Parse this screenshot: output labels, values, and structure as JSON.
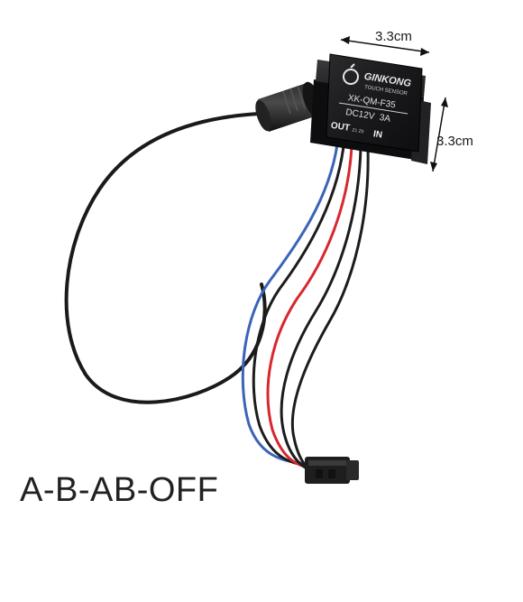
{
  "product": {
    "brand": "GINKONG",
    "subtitle": "TOUCH SENSOR",
    "model": "XK-QM-F35",
    "rating": "DC12V  3A",
    "out_label": "OUT",
    "pin_label": "Z1 Z0",
    "in_label": "IN"
  },
  "dimensions": {
    "width": "3.3cm",
    "height": "3.3cm"
  },
  "caption": "A-B-AB-OFF",
  "colors": {
    "background": "#ffffff",
    "module_body": "#1c1c1e",
    "cable_black": "#1a1a1a",
    "wire_red": "#d8272d",
    "wire_blue": "#3b63b8",
    "connector": "#1e1e1e",
    "caption_text": "#222222"
  }
}
